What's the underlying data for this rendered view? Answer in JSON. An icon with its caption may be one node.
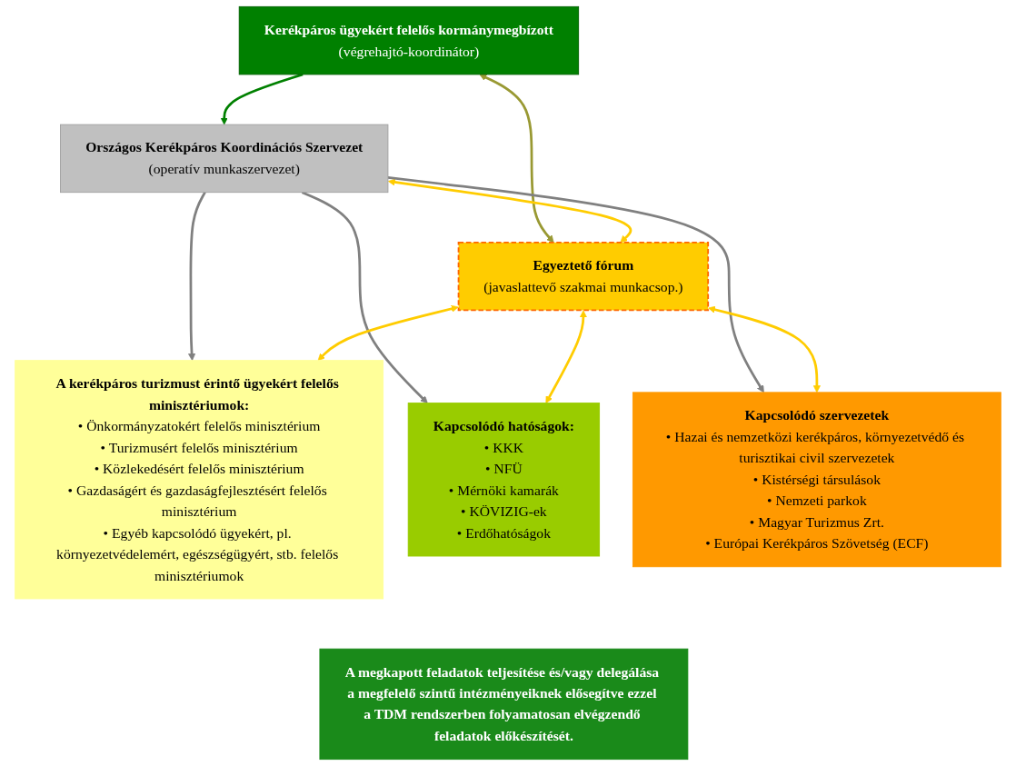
{
  "diagram": {
    "nodes": [
      {
        "text": [
          "Kerékpáros ügyekért felelős kormánymegbízott",
          "(végrehajtó-koordinátor)"
        ]
      },
      {
        "text": [
          "Országos Kerékpáros Koordinációs Szervezet",
          "(operatív munkaszervezet)"
        ]
      },
      {
        "text": [
          "Egyeztető fórum",
          "(javaslattevő szakmai munkacsop.)"
        ]
      },
      {
        "text": [
          "A kerékpáros turizmust érintő ügyekért felelős minisztériumok:",
          "• Önkormányzatokért felelős minisztérium",
          "• Turizmusért felelős minisztérium",
          "• Közlekedésért felelős minisztérium",
          "• Gazdaságért és gazdaságfejlesztésért felelős minisztérium",
          "• Egyéb kapcsolódó ügyekért, pl. környezetvédelemért, egészségügyért, stb. felelős minisztériumok"
        ]
      },
      {
        "text": [
          "Kapcsolódó hatóságok:",
          "• KKK",
          "• NFÜ",
          "• Mérnöki kamarák",
          "• KÖVIZIG-ek",
          "• Erdőhatóságok"
        ]
      },
      {
        "text": [
          "Kapcsolódó szervezetek",
          "• Hazai és nemzetközi kerékpáros, környezetvédő és turisztikai civil szervezetek",
          "• Kistérségi társulások",
          "• Nemzeti parkok",
          "• Magyar Turizmus Zrt.",
          "• Európai Kerékpáros Szövetség (ECF)"
        ]
      },
      {
        "text": [
          "A megkapott feladatok teljesítése és/vagy delegálása a megfelelő szintű intézményeiknek elősegítve ezzel a TDM rendszerben folyamatosan elvégzendő feladatok előkészítését."
        ]
      }
    ],
    "edges": [
      {
        "from": 0,
        "to": 1,
        "arrow": "to",
        "color": "#008000"
      },
      {
        "from": 0,
        "to": 2,
        "arrow": "both",
        "color": "#999933"
      },
      {
        "from": 1,
        "to": 2,
        "arrow": "both"
      },
      {
        "from": 1,
        "to": 3,
        "arrow": "to",
        "color": "#808080"
      },
      {
        "from": 1,
        "to": 4,
        "arrow": "to",
        "color": "#808080"
      },
      {
        "from": 1,
        "to": 5,
        "arrow": "to",
        "color": "#808080"
      },
      {
        "from": 2,
        "to": 3,
        "arrow": "both"
      },
      {
        "from": 2,
        "to": 4,
        "arrow": "both"
      },
      {
        "from": 2,
        "to": 5,
        "arrow": "both"
      }
    ]
  }
}
